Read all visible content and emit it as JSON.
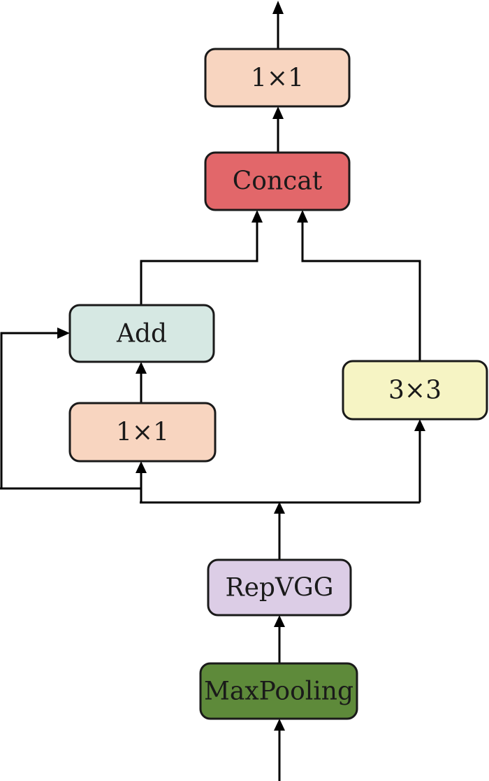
{
  "nodes": {
    "top_conv": {
      "label": "1×1",
      "fill": "#f8d5c0"
    },
    "concat": {
      "label": "Concat",
      "fill": "#e2676a"
    },
    "add": {
      "label": "Add",
      "fill": "#d6e8e3"
    },
    "left_conv": {
      "label": "1×1",
      "fill": "#f8d5c0"
    },
    "right_conv": {
      "label": "3×3",
      "fill": "#f6f4c4"
    },
    "repvgg": {
      "label": "RepVGG",
      "fill": "#dccde6"
    },
    "maxpooling": {
      "label": "MaxPooling",
      "fill": "#5e8a3a"
    }
  },
  "colors": {
    "stroke": "#1a1a1a",
    "arrow": "#000000"
  }
}
